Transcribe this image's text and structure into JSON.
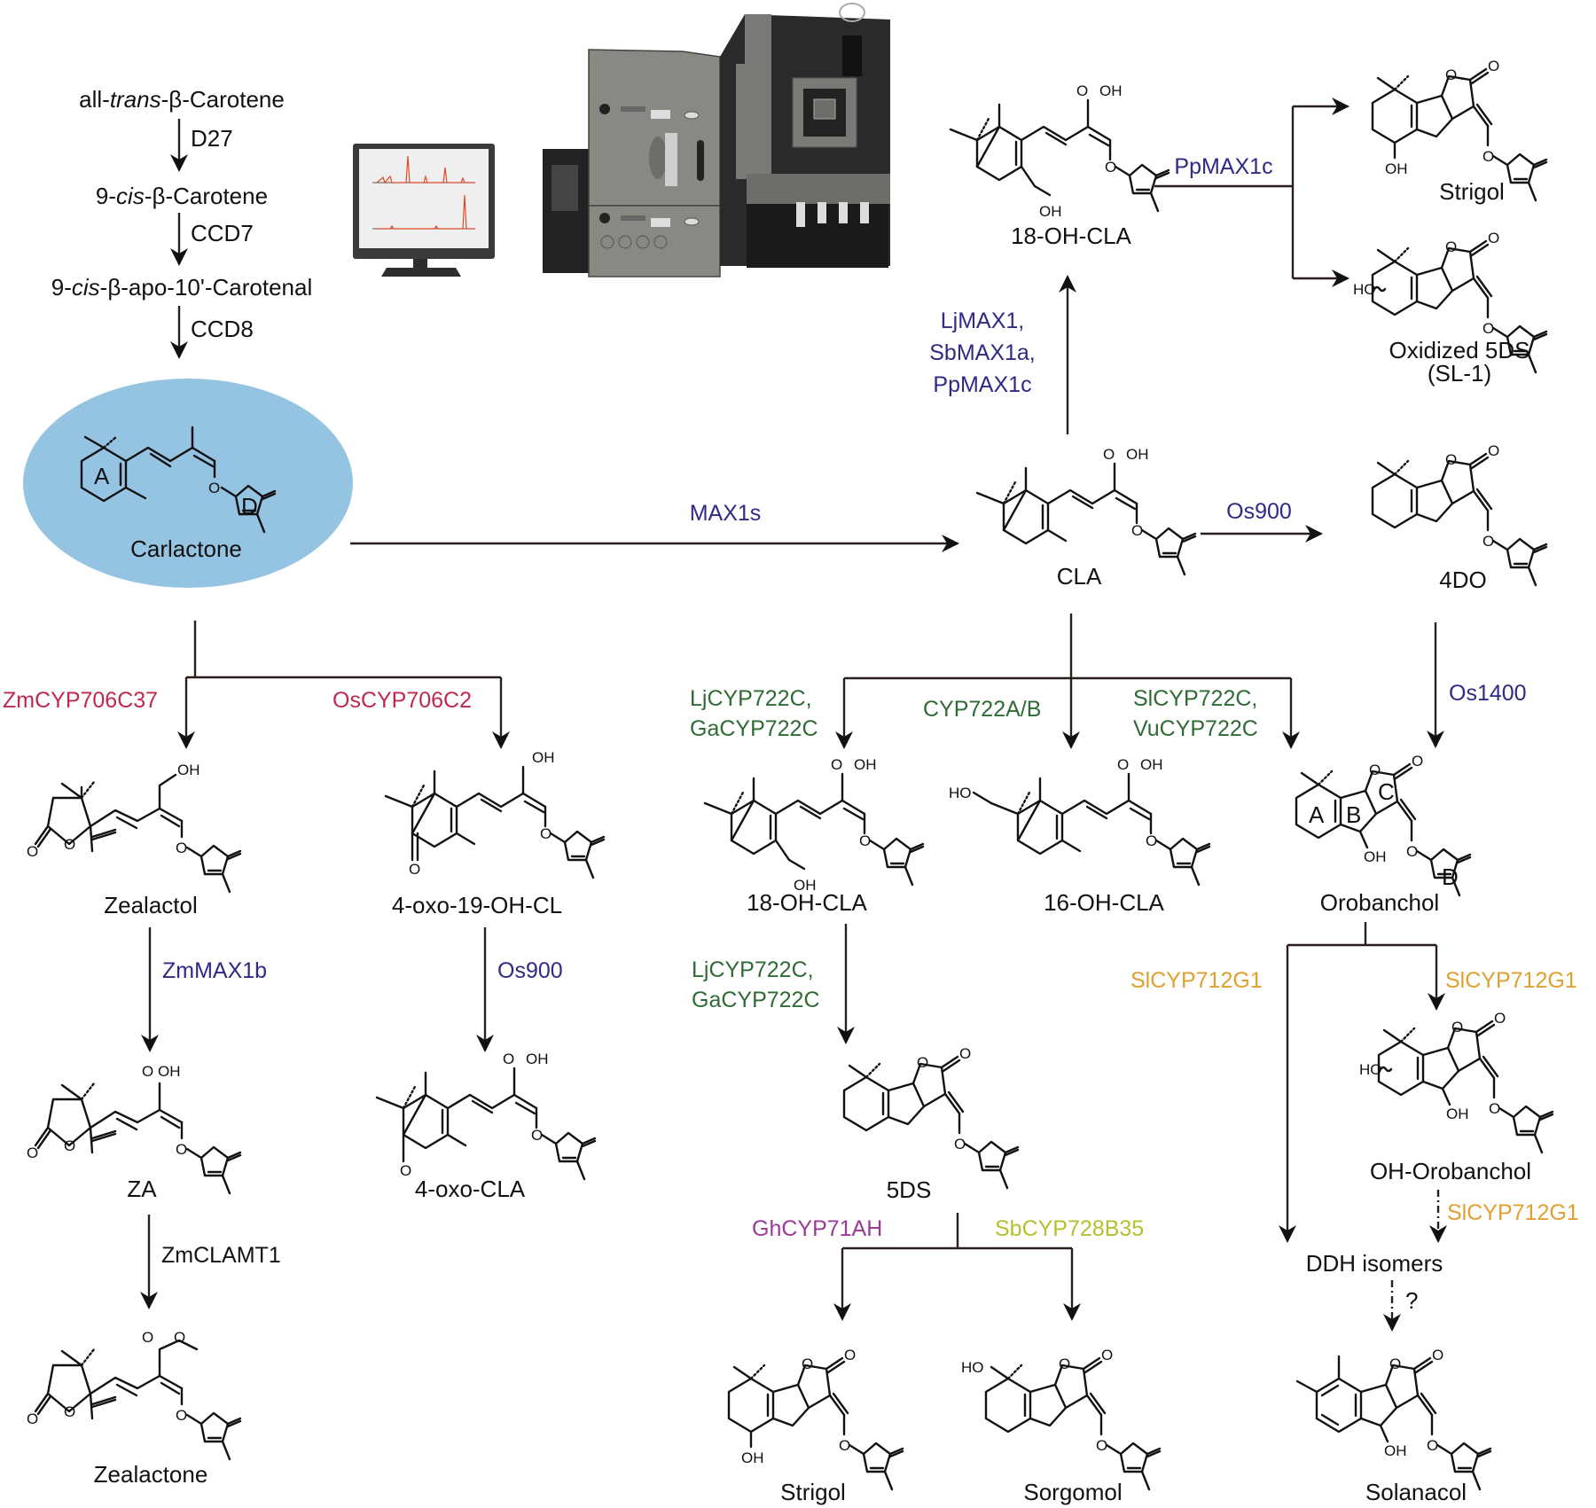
{
  "colors": {
    "blue_enzyme": "#2e2a86",
    "red_enzyme": "#c0294f",
    "green_enzyme": "#2f6b35",
    "orange_enzyme": "#e0a030",
    "purple_enzyme": "#9a3a96",
    "olive_enzyme": "#b5c030",
    "carlactone_fill": "#95c3e2",
    "arrow": "#2a1f1d"
  },
  "precursor_chain": {
    "compounds": [
      {
        "prefix": "all-",
        "italic": "trans",
        "suffix": "-β-Carotene"
      },
      {
        "prefix": "9-",
        "italic": "cis",
        "suffix": "-β-Carotene"
      },
      {
        "prefix": "9-",
        "italic": "cis",
        "suffix": "-β-apo-10'-Carotenal"
      }
    ],
    "enzymes": [
      "D27",
      "CCD7",
      "CCD8"
    ]
  },
  "compounds": {
    "carlactone": "Carlactone",
    "cla": "CLA",
    "oh18_cla_top": "18-OH-CLA",
    "strigol_top": "Strigol",
    "oxidized_5ds": "Oxidized 5DS",
    "oxidized_5ds_sub": "(SL-1)",
    "do4": "4DO",
    "zealactol": "Zealactol",
    "oxo_19_oh_cl": "4-oxo-19-OH-CL",
    "za": "ZA",
    "oxo_cla": "4-oxo-CLA",
    "zealactone": "Zealactone",
    "oh18_cla_mid": "18-OH-CLA",
    "oh16_cla": "16-OH-CLA",
    "orobanchol": "Orobanchol",
    "ds5": "5DS",
    "oh_orobanchol": "OH-Orobanchol",
    "ddh_isomers": "DDH isomers",
    "strigol_bottom": "Strigol",
    "sorgomol": "Sorgomol",
    "solanacol": "Solanacol"
  },
  "enzymes": {
    "max1s": "MAX1s",
    "ppmax1c_top": "PpMAX1c",
    "ljmax1_group": [
      "LjMAX1,",
      "SbMAX1a,",
      "PpMAX1c"
    ],
    "os900_right": "Os900",
    "os1400": "Os1400",
    "zmcyp706c37": "ZmCYP706C37",
    "oscyp706c2": "OsCYP706C2",
    "zmmax1b": "ZmMAX1b",
    "os900_left": "Os900",
    "zmclamt1": "ZmCLAMT1",
    "ljcyp722c_group": [
      "LjCYP722C,",
      "GaCYP722C"
    ],
    "cyp722ab": "CYP722A/B",
    "slcyp722c_group": [
      "SlCYP722C,",
      "VuCYP722C"
    ],
    "ljcyp722c_group2": [
      "LjCYP722C,",
      "GaCYP722C"
    ],
    "slcyp712g1_left": "SlCYP712G1",
    "slcyp712g1_right": "SlCYP712G1",
    "slcyp712g1_dashed": "SlCYP712G1",
    "ghcyp71ah": "GhCYP71AH",
    "sbcyp728b35": "SbCYP728B35",
    "unknown_step": "?"
  },
  "atoms": {
    "o": "O",
    "oh": "OH",
    "ho": "HO"
  },
  "ring_labels": {
    "a": "A",
    "b": "B",
    "c": "C",
    "d": "D"
  },
  "instrument": {
    "description": "LC-MS instrument illustration with monitor showing chromatograms",
    "trace_color": "#e04a2a"
  }
}
